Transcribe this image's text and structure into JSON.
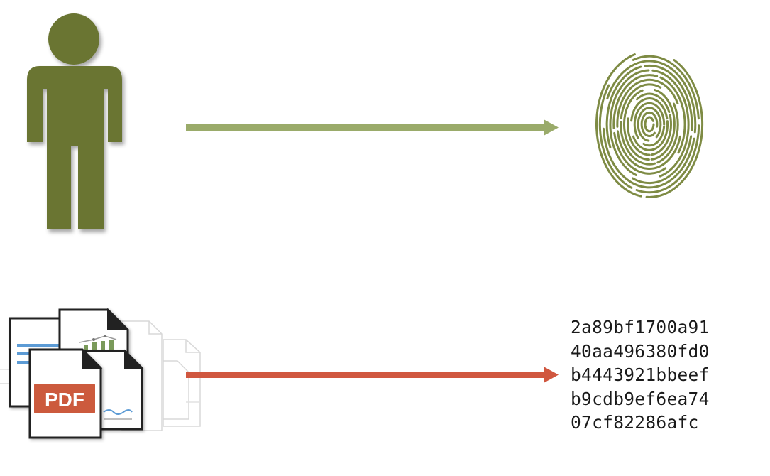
{
  "colors": {
    "person": "#6b7433",
    "fingerprint": "#7e8b44",
    "identity_arrow": "#9aab6a",
    "document_arrow": "#d0573f",
    "pdf_badge": "#cc5a3c",
    "chart_bars": "#7a9a5a",
    "doc_lines_blue": "#5b9bd5"
  },
  "icons": {
    "person": "person-icon",
    "fingerprint": "fingerprint-icon",
    "documents": "document-stack-icon",
    "pdf": "pdf-file-icon"
  },
  "pdf_label": "PDF",
  "hash_lines": [
    "2a89bf1700a91",
    "40aa496380fd0",
    "b4443921bbeef",
    "b9cdb9ef6ea74",
    "07cf82286afc"
  ]
}
